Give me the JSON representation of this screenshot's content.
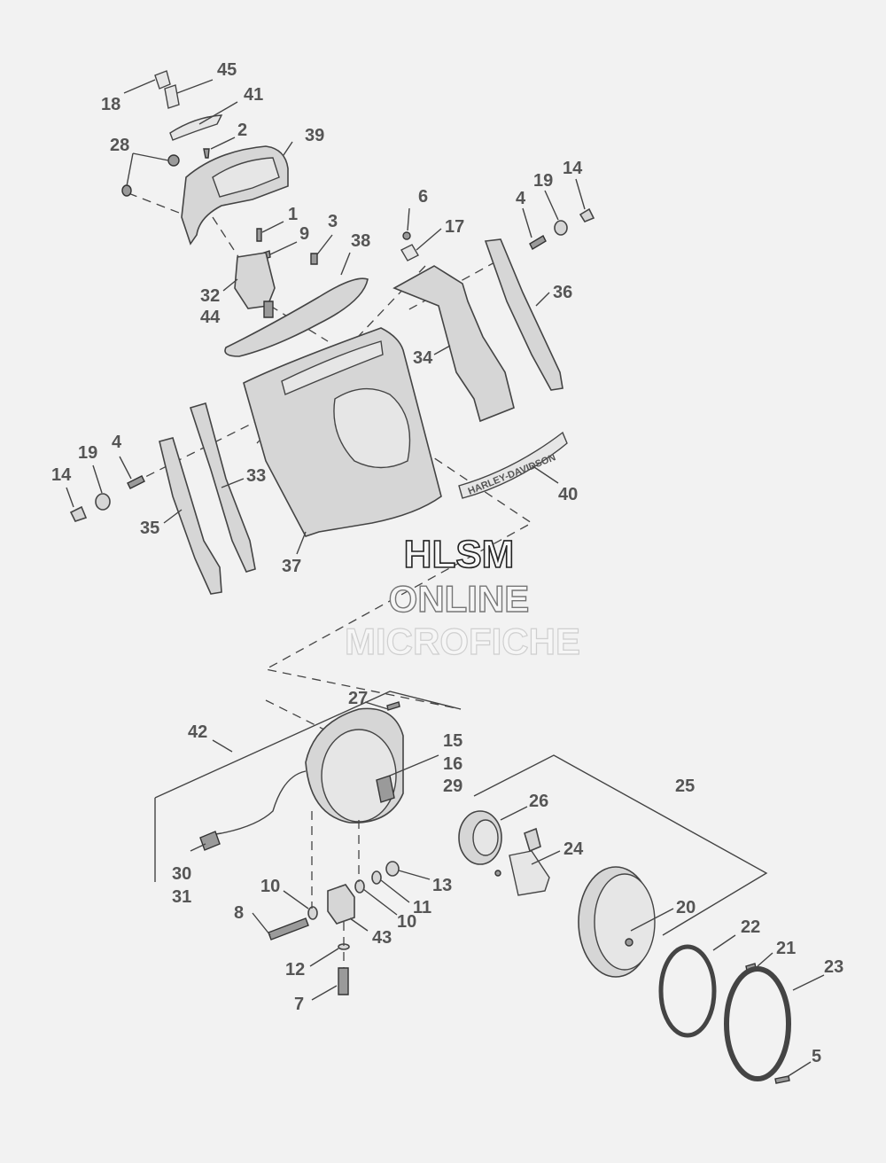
{
  "callouts": [
    {
      "id": "c45",
      "text": "45"
    },
    {
      "id": "c18",
      "text": "18"
    },
    {
      "id": "c41",
      "text": "41"
    },
    {
      "id": "c2",
      "text": "2"
    },
    {
      "id": "c39",
      "text": "39"
    },
    {
      "id": "c28",
      "text": "28"
    },
    {
      "id": "c6",
      "text": "6"
    },
    {
      "id": "c17",
      "text": "17"
    },
    {
      "id": "c4a",
      "text": "4"
    },
    {
      "id": "c19a",
      "text": "19"
    },
    {
      "id": "c14a",
      "text": "14"
    },
    {
      "id": "c1",
      "text": "1"
    },
    {
      "id": "c9",
      "text": "9"
    },
    {
      "id": "c3",
      "text": "3"
    },
    {
      "id": "c38",
      "text": "38"
    },
    {
      "id": "c36",
      "text": "36"
    },
    {
      "id": "c32",
      "text": "32"
    },
    {
      "id": "c44",
      "text": "44"
    },
    {
      "id": "c34",
      "text": "34"
    },
    {
      "id": "c4b",
      "text": "4"
    },
    {
      "id": "c19b",
      "text": "19"
    },
    {
      "id": "c14b",
      "text": "14"
    },
    {
      "id": "c33",
      "text": "33"
    },
    {
      "id": "c35",
      "text": "35"
    },
    {
      "id": "c40",
      "text": "40"
    },
    {
      "id": "c37",
      "text": "37"
    },
    {
      "id": "c27",
      "text": "27"
    },
    {
      "id": "c42",
      "text": "42"
    },
    {
      "id": "c15",
      "text": "15"
    },
    {
      "id": "c16",
      "text": "16"
    },
    {
      "id": "c29",
      "text": "29"
    },
    {
      "id": "c25",
      "text": "25"
    },
    {
      "id": "c26",
      "text": "26"
    },
    {
      "id": "c24",
      "text": "24"
    },
    {
      "id": "c30",
      "text": "30"
    },
    {
      "id": "c31",
      "text": "31"
    },
    {
      "id": "c10a",
      "text": "10"
    },
    {
      "id": "c13",
      "text": "13"
    },
    {
      "id": "c11",
      "text": "11"
    },
    {
      "id": "c8",
      "text": "8"
    },
    {
      "id": "c10b",
      "text": "10"
    },
    {
      "id": "c43",
      "text": "43"
    },
    {
      "id": "c20",
      "text": "20"
    },
    {
      "id": "c22",
      "text": "22"
    },
    {
      "id": "c21",
      "text": "21"
    },
    {
      "id": "c12",
      "text": "12"
    },
    {
      "id": "c23",
      "text": "23"
    },
    {
      "id": "c7",
      "text": "7"
    },
    {
      "id": "c5",
      "text": "5"
    }
  ],
  "emblem_text": "HARLEY-DAVIDSON",
  "watermark": {
    "line1": "HLSM",
    "line2": "ONLINE",
    "line3": "MICROFICHE"
  }
}
